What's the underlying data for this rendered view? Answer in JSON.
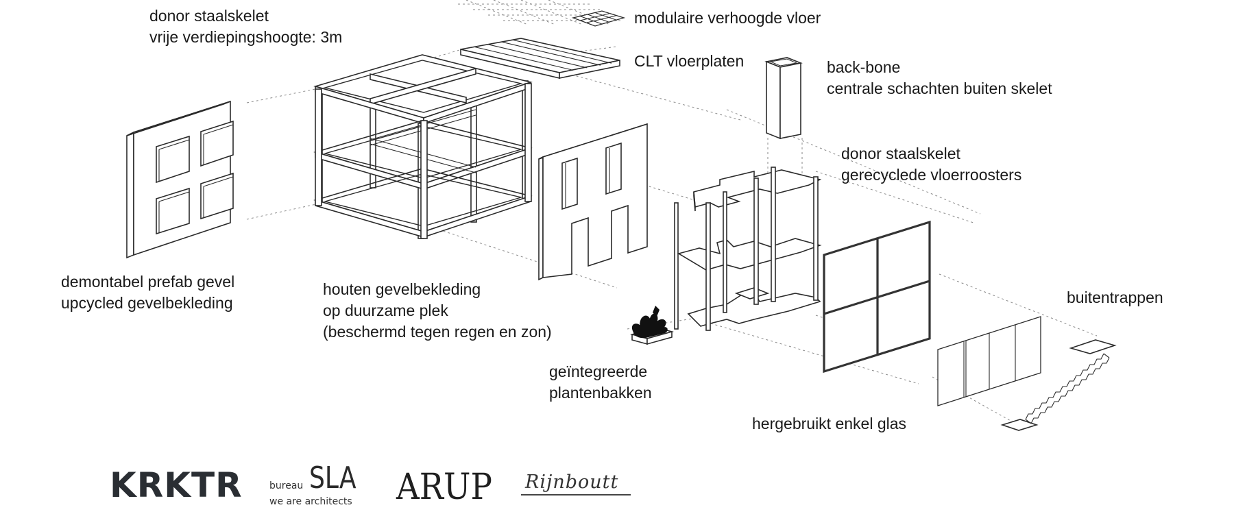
{
  "labels": {
    "donor_skeleton": [
      "donor staalskelet",
      "vrije verdiepingshoogte: 3m"
    ],
    "raised_floor": "modulaire verhoogde vloer",
    "clt": "CLT vloerplaten",
    "backbone": [
      "back-bone",
      "centrale schachten buiten skelet"
    ],
    "donor_grating": [
      "donor staalskelet",
      "gerecyclede vloerroosters"
    ],
    "prefab_facade": [
      "demontabel prefab gevel",
      "upcycled gevelbekleding"
    ],
    "timber_cladding": [
      "houten gevelbekleding",
      "op duurzame plek",
      "(beschermd tegen regen en zon)"
    ],
    "planters": [
      "geïntegreerde",
      "plantenbakken"
    ],
    "glass": "hergebruikt enkel glas",
    "stairs": "buitentrappen"
  },
  "logos": {
    "krktr": "KRKTR",
    "sla_bureau": "bureau",
    "sla_main": "SLA",
    "sla_tagline": "we are architects",
    "arup": "ARUP",
    "rijnboutt": "Rijnboutt"
  },
  "colors": {
    "line": "#2b2b2b",
    "dash": "#8a8a8a",
    "panel_fill": "#ffffff"
  }
}
